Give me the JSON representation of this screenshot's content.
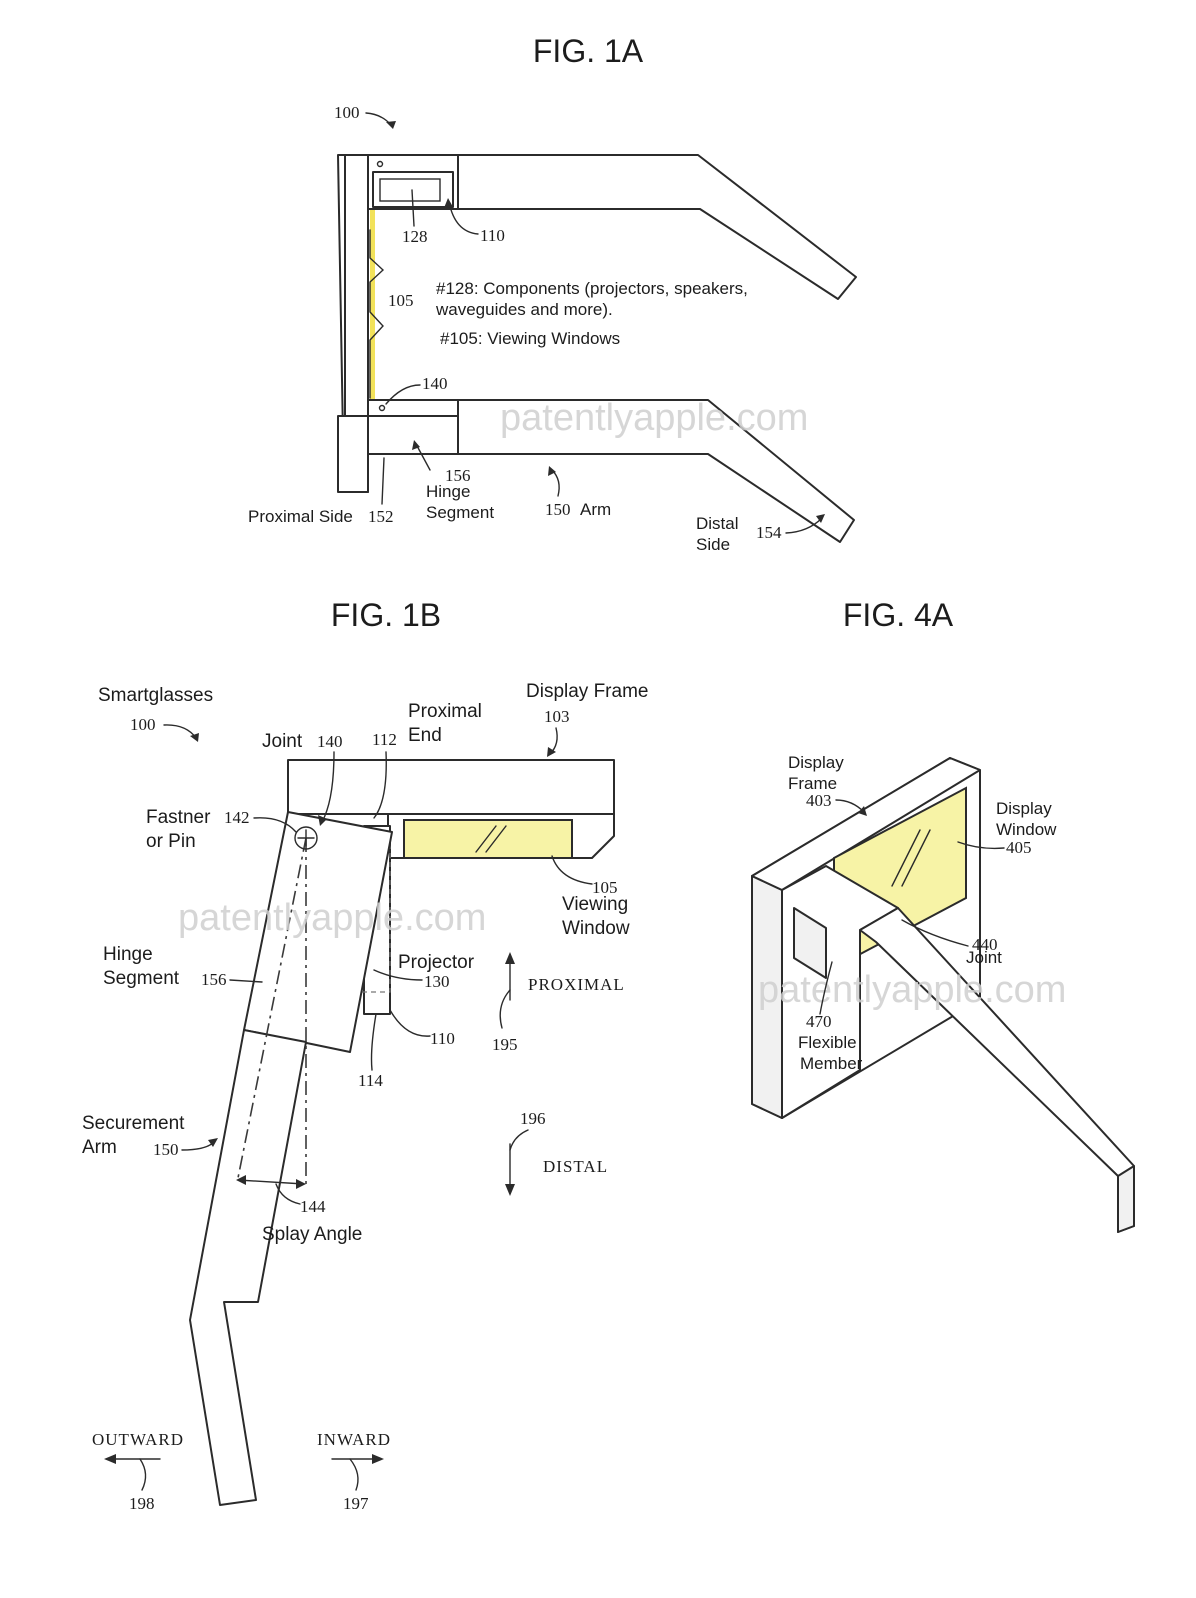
{
  "fig1a": {
    "title": "FIG. 1A",
    "ref_100": "100",
    "ref_128": "128",
    "ref_110": "110",
    "ref_105": "105",
    "ref_140": "140",
    "note_line1": "#128: Components (projectors, speakers,",
    "note_line2": "waveguides and more).",
    "note_line3": "#105: Viewing Windows",
    "watermark": "patentlyapple.com",
    "ref_156": "156",
    "hinge_line1": "Hinge",
    "hinge_line2": "Segment",
    "proximal_side": "Proximal Side",
    "ref_152": "152",
    "ref_150": "150",
    "arm": "Arm",
    "distal_line1": "Distal",
    "distal_line2": "Side",
    "ref_154": "154"
  },
  "fig1b": {
    "title": "FIG. 1B",
    "smartglasses": "Smartglasses",
    "ref_100": "100",
    "proximal_end_line1": "Proximal",
    "proximal_end_line2": "End",
    "display_frame": "Display Frame",
    "ref_103": "103",
    "joint": "Joint",
    "ref_140": "140",
    "ref_112": "112",
    "fastener_line1": "Fastner",
    "fastener_line2": "or Pin",
    "ref_142": "142",
    "ref_105": "105",
    "viewing_line1": "Viewing",
    "viewing_line2": "Window",
    "watermark": "patentlyapple.com",
    "hinge_line1": "Hinge",
    "hinge_line2": "Segment",
    "ref_156": "156",
    "projector": "Projector",
    "ref_130": "130",
    "proximal_dir": "PROXIMAL",
    "ref_110": "110",
    "ref_195": "195",
    "ref_114": "114",
    "securement_line1": "Securement",
    "securement_line2": "Arm",
    "ref_150": "150",
    "ref_196": "196",
    "distal_dir": "DISTAL",
    "ref_144": "144",
    "splay_angle": "Splay Angle",
    "outward": "OUTWARD",
    "ref_198": "198",
    "inward": "INWARD",
    "ref_197": "197"
  },
  "fig4a": {
    "title": "FIG. 4A",
    "display_frame_line1": "Display",
    "display_frame_line2": "Frame",
    "ref_403": "403",
    "display_window_line1": "Display",
    "display_window_line2": "Window",
    "ref_405": "405",
    "ref_440": "440",
    "joint": "Joint",
    "watermark": "patentlyapple.com",
    "ref_470": "470",
    "flexible_line1": "Flexible",
    "flexible_line2": "Member"
  },
  "colors": {
    "window_fill": "#f7f3a6",
    "window_edge": "#f2e25a",
    "line": "#2b2b2b"
  }
}
